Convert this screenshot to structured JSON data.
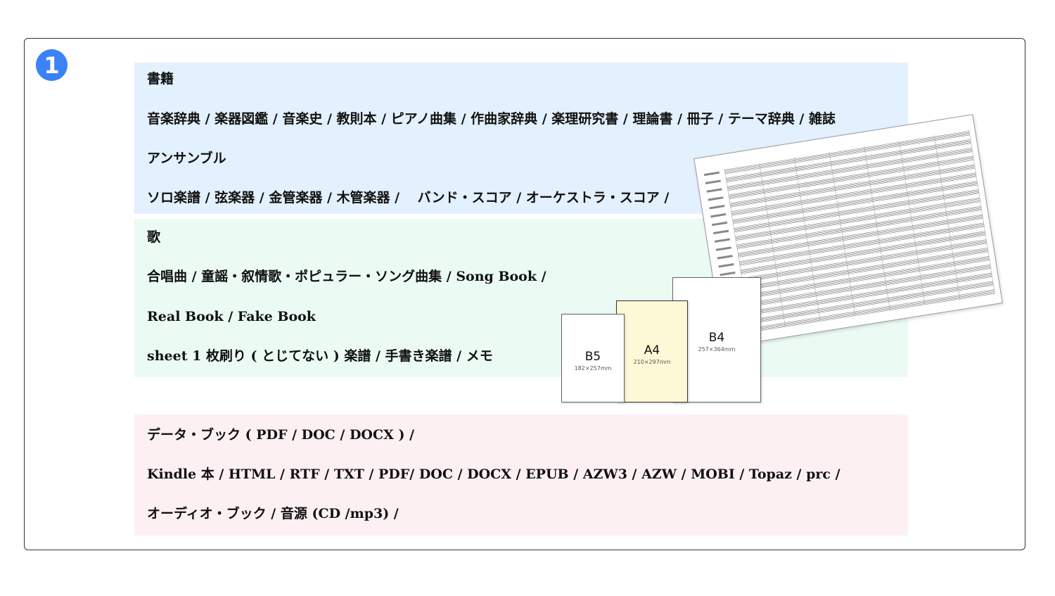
{
  "badge": {
    "number": "1"
  },
  "books": {
    "heading": "書籍",
    "categories": "音楽辞典 / 楽器図鑑 / 音楽史 / 教則本 / ピアノ曲集 / 作曲家辞典 / 楽理研究書 / 理論書 / 冊子 / テーマ辞典 / 雑誌"
  },
  "ensemble": {
    "heading": "アンサンブル",
    "categories": "ソロ楽譜 / 弦楽器 / 金管楽器 / 木管楽器 /　 バンド・スコア / オーケストラ・スコア /"
  },
  "songs": {
    "heading": "歌",
    "line1": "合唱曲 / 童謡・叙情歌・ポピュラー・ソング曲集 / Song Book /",
    "line2": "Real Book / Fake Book",
    "line3": "sheet 1 枚刷り ( とじてない ) 楽譜 / 手書き楽譜 / メモ"
  },
  "digital": {
    "line1": "データ・ブック ( PDF / DOC / DOCX ) /",
    "line2": "Kindle 本 / HTML / RTF / TXT / PDF/ DOC / DOCX / EPUB / AZW3 / AZW / MOBI / Topaz / prc /",
    "line3_bold": "オーディオ・ブック",
    "line3_rest": " / 音源 (CD /mp3) /"
  },
  "paper_sizes": {
    "b5": {
      "label": "B5",
      "dims": "182×257mm"
    },
    "a4": {
      "label": "A4",
      "dims": "210×297mm"
    },
    "b4": {
      "label": "B4",
      "dims": "257×364mm"
    }
  },
  "colors": {
    "badge": "#3b82f6",
    "books_panel": "#e3f0fd",
    "songs_panel": "#ebfbf4",
    "digital_panel": "#fdf0f3",
    "a4_paper": "#fdf9d6"
  }
}
